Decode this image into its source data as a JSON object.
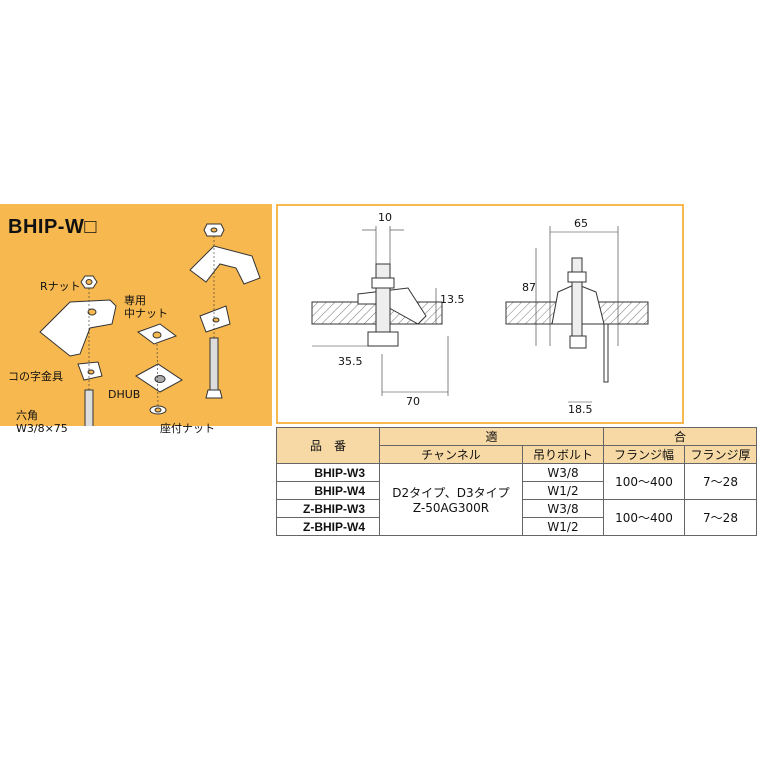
{
  "product": {
    "title": "BHIP-W□",
    "parts": {
      "r_nut": "Rナット",
      "dedicated_nut_line1": "専用",
      "dedicated_nut_line2": "中ナット",
      "channel_bracket": "コの字金具",
      "dhub": "DHUB",
      "hex_bolt_line1": "六角",
      "hex_bolt_line2": "W3/8×75",
      "washer_nut": "座付ナット"
    }
  },
  "dimensions": {
    "side_view": {
      "d10": "10",
      "d13_5": "13.5",
      "d35_5": "35.5",
      "d70": "70"
    },
    "front_view": {
      "d65": "65",
      "d87": "87",
      "d18_5": "18.5"
    }
  },
  "spec_table": {
    "headers": {
      "part_number": "品　番",
      "applicable_left": "適",
      "applicable_right": "合",
      "channel": "チャンネル",
      "bolt": "吊りボルト",
      "flange_width": "フランジ幅",
      "flange_thickness": "フランジ厚"
    },
    "rows": [
      {
        "part": "BHIP-W3",
        "bolt": "W3/8"
      },
      {
        "part": "BHIP-W4",
        "bolt": "W1/2"
      },
      {
        "part": "Z-BHIP-W3",
        "bolt": "W3/8"
      },
      {
        "part": "Z-BHIP-W4",
        "bolt": "W1/2"
      }
    ],
    "channel_line1": "D2タイプ、D3タイプ",
    "channel_line2": "Z-50AG300R",
    "group1": {
      "flange_width": "100〜400",
      "flange_thickness": "7〜28"
    },
    "group2": {
      "flange_width": "100〜400",
      "flange_thickness": "7〜28"
    }
  },
  "colors": {
    "accent_orange": "#f6b84f",
    "header_fill": "#f6d9a4"
  }
}
